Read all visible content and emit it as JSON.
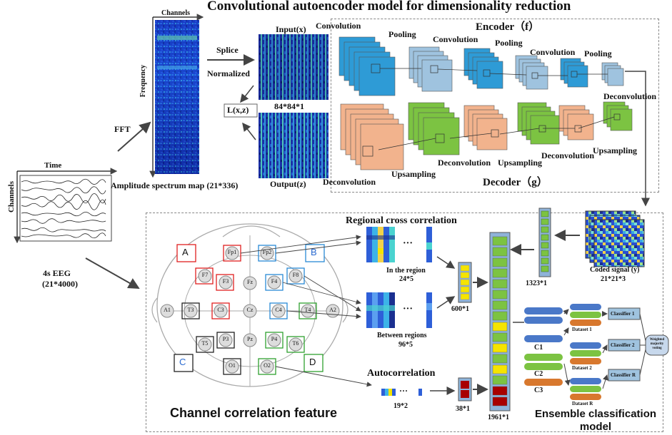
{
  "title": "Convolutional autoencoder model for dimensionality reduction",
  "eeg": {
    "time_label": "Time",
    "channels_label": "Channels",
    "name": "4s EEG",
    "size": "(21*4000)"
  },
  "fft_label": "FFT",
  "spectrum": {
    "channels_label": "Channels",
    "frequency_label": "Frequency",
    "caption": "Amplitude spectrum map (21*336)"
  },
  "splice_label": "Splice",
  "normalized_label": "Normalized",
  "input": {
    "label": "Input(x)",
    "size": "84*84*1"
  },
  "loss_label": "L(x,z)",
  "output_label": "Output(z)",
  "encoder": {
    "title": "Encoder（f）",
    "layers": [
      "Convolution",
      "Pooling",
      "Convolution",
      "Pooling",
      "Convolution",
      "Pooling"
    ]
  },
  "deconv_top_label": "Deconvolution",
  "decoder": {
    "title": "Decoder（g）",
    "layers": [
      "Deconvolution",
      "Upsampling",
      "Deconvolution",
      "Upsampling",
      "Deconvolution",
      "Upsampling"
    ]
  },
  "coded": {
    "label": "Coded signal (y)",
    "size": "21*21*3"
  },
  "coded_vec_size": "1323*1",
  "regional": {
    "title": "Regional cross correlation",
    "in_region": "In the region",
    "in_size": "24*5",
    "between": "Between regions",
    "between_size": "96*5",
    "vec_size": "600*1"
  },
  "autocorr": {
    "title": "Autocorrelation",
    "size": "19*2",
    "vec_size": "38*1"
  },
  "ellipsis": "···",
  "concat_size": "1961*1",
  "channel_section_title": "Channel correlation feature",
  "regions": [
    "A",
    "B",
    "C",
    "D"
  ],
  "electrodes": [
    "Fp1",
    "Fp2",
    "F7",
    "F3",
    "Fz",
    "F4",
    "F8",
    "A1",
    "T3",
    "C3",
    "Cz",
    "C4",
    "T4",
    "A2",
    "T5",
    "P3",
    "Pz",
    "P4",
    "T6",
    "O1",
    "O2"
  ],
  "ensemble": {
    "c_labels": [
      "C1",
      "C2",
      "C3"
    ],
    "datasets": [
      "Dataset 1",
      "Dataset 2",
      "Dataset R"
    ],
    "classifiers": [
      "Classifier 1",
      "Classifier 2",
      "Classifier R"
    ],
    "vote_label": "Weighted majority voting",
    "title": "Ensemble classification model"
  },
  "colors": {
    "blue": "#2e9bd6",
    "orange": "#f2b38d",
    "green": "#7cc342",
    "lightblue": "#9fc3df",
    "gray_blue": "#8fb3d9",
    "yellow": "#f5e400",
    "red": "#a80000"
  }
}
